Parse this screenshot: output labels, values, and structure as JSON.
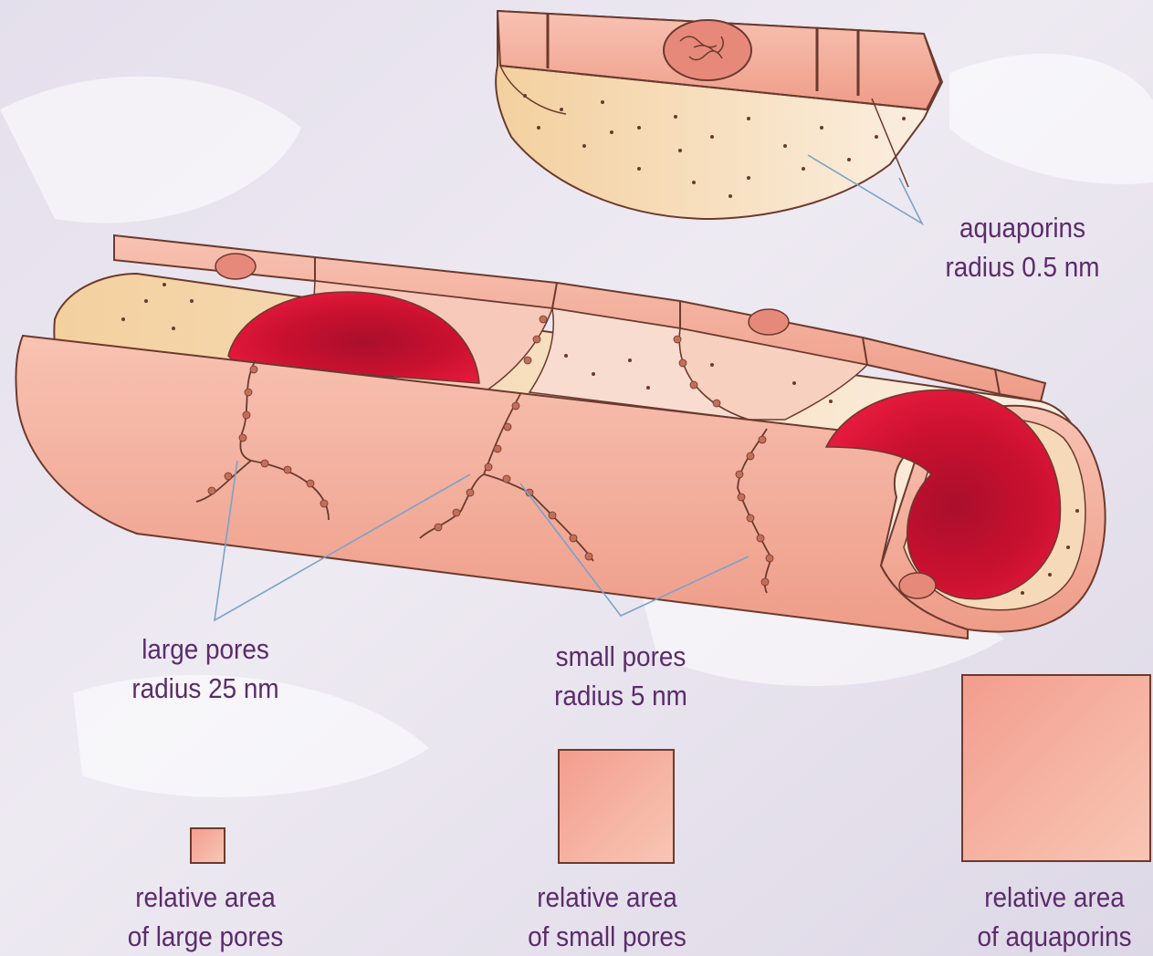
{
  "labels": {
    "aquaporins": {
      "line1": "aquaporins",
      "line2": "radius 0.5 nm"
    },
    "large_pores": {
      "line1": "large pores",
      "line2": "radius 25 nm"
    },
    "small_pores": {
      "line1": "small pores",
      "line2": "radius 5 nm"
    }
  },
  "relative_areas": {
    "large": {
      "line1": "relative area",
      "line2": "of large pores"
    },
    "small": {
      "line1": "relative area",
      "line2": "of small pores"
    },
    "aquaporins": {
      "line1": "relative area",
      "line2": "of aquaporins"
    }
  },
  "colors": {
    "cell_fill": "#f2aa98",
    "cell_light": "#f7c9bb",
    "cell_outline": "#6b3a2e",
    "lumen_red": "#d8153a",
    "lumen_dark": "#a01028",
    "interior_cream": "#f5dcbc",
    "label_text": "#5b2c6c",
    "leader_line": "#7aa3c9"
  }
}
